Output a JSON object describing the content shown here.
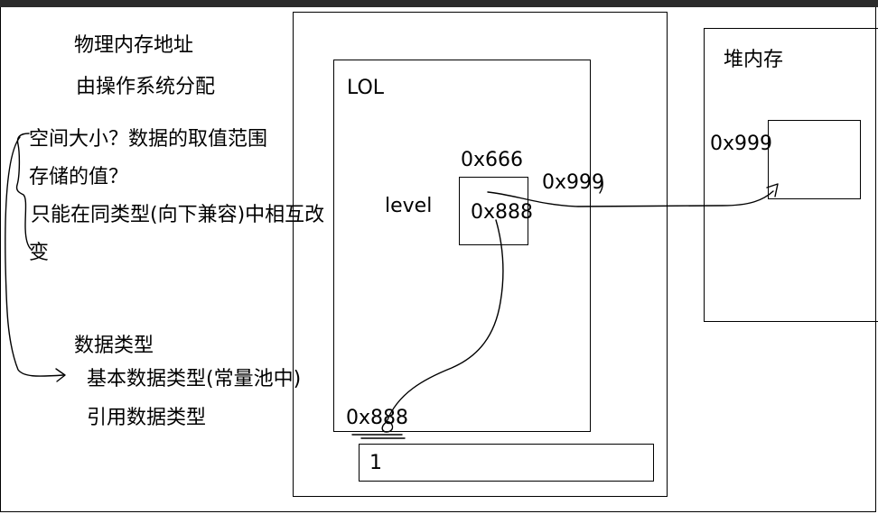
{
  "notes": {
    "physical_memory": "物理内存地址",
    "os_allocation": "由操作系统分配",
    "space_size": "空间大小？数据的取值范围",
    "stored_value": "存储的值？",
    "same_type_change_1": "只能在同类型(向下兼容)中相互改",
    "same_type_change_2": "变",
    "data_types": "数据类型",
    "basic_types": "基本数据类型(常量池中)",
    "reference_types": "引用数据类型"
  },
  "diagram": {
    "outer_object": "LOL",
    "field_name": "level",
    "field_address": "0x666",
    "field_value": "0x888",
    "ref_pointer": "0x999",
    "bottom_address": "0x888",
    "bottom_value": "1",
    "heap_title": "堆内存",
    "heap_address": "0x999"
  }
}
